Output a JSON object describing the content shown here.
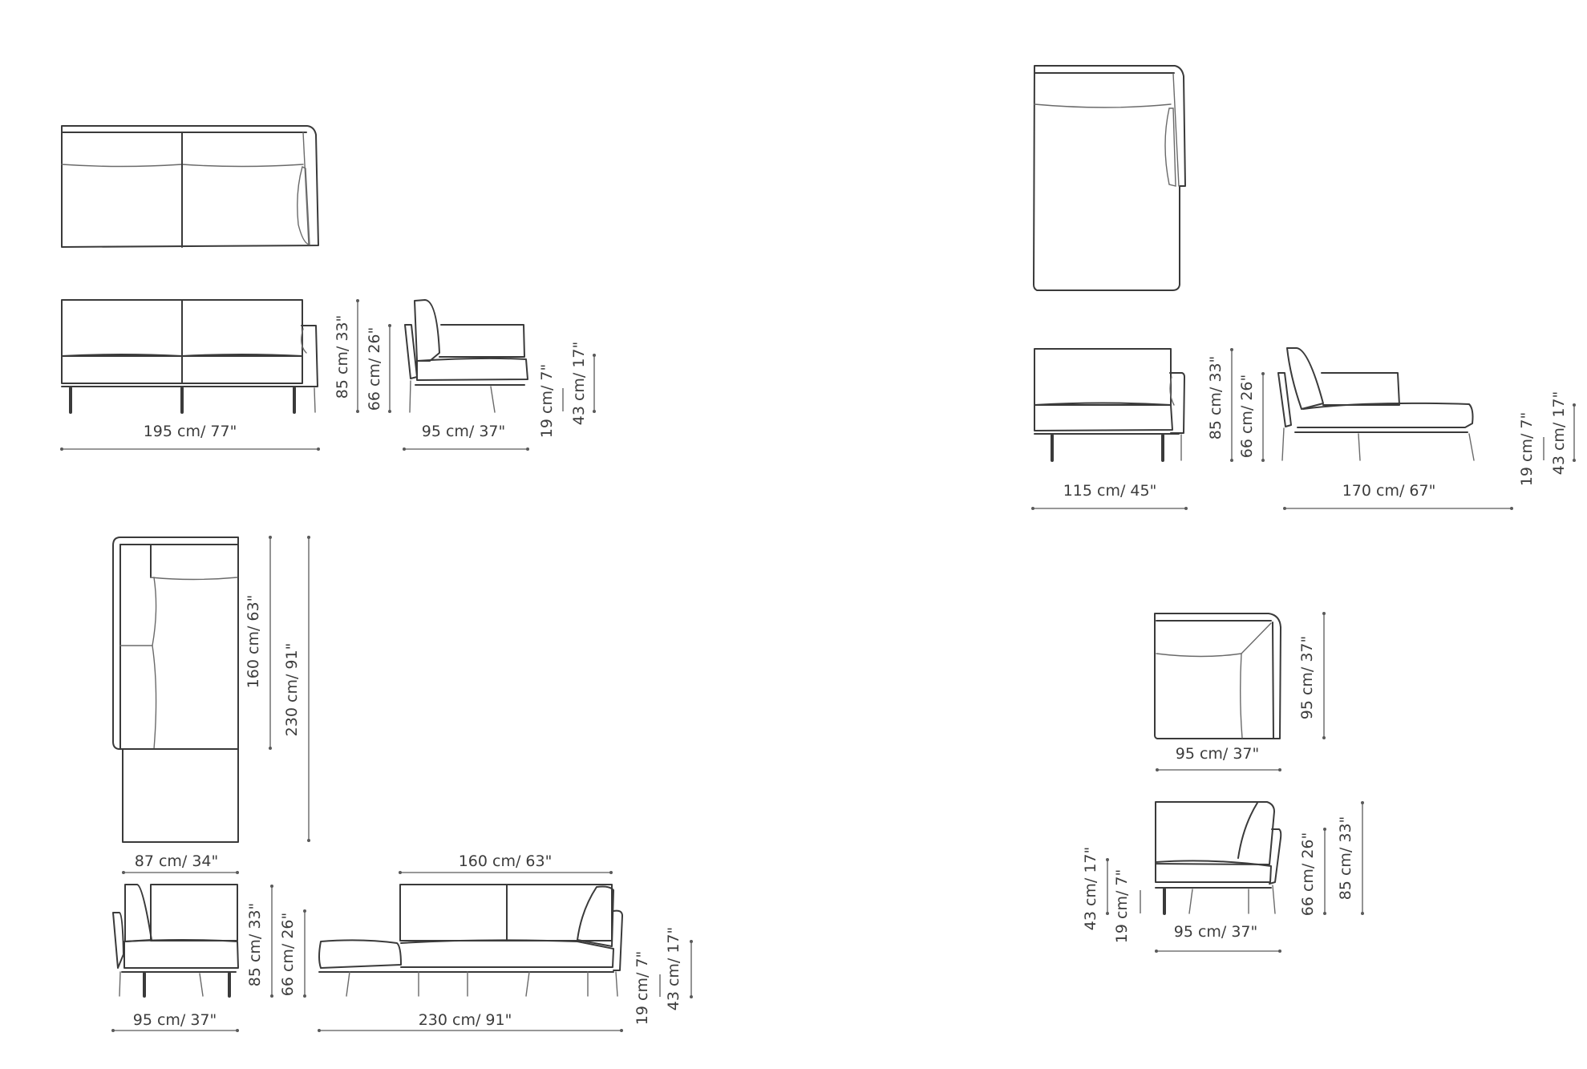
{
  "diagram": {
    "title": "",
    "background": "#ffffff",
    "line_color": "#3a3a3a",
    "modules": [
      {
        "id": "sofa-2-seat-arm-right",
        "views": [
          "top",
          "front",
          "side"
        ],
        "labels": {
          "width": "195 cm/ 77\"",
          "height_total": "85 cm/ 33\"",
          "height_arm": "66 cm/ 26\"",
          "depth": "95 cm/ 37\"",
          "leg_height": "19 cm/ 7\"",
          "seat_height": "43 cm/ 17\""
        }
      },
      {
        "id": "chaise-longue-arm-right",
        "views": [
          "top",
          "front",
          "side"
        ],
        "labels": {
          "width": "115 cm/ 45\"",
          "height_total": "85 cm/ 33\"",
          "height_arm": "66 cm/ 26\"",
          "depth": "170 cm/ 67\"",
          "leg_height": "19 cm/ 7\"",
          "seat_height": "43 cm/ 17\""
        }
      },
      {
        "id": "sofa-with-open-end-chaise",
        "views": [
          "top",
          "side",
          "front"
        ],
        "labels": {
          "top_back_length": "160 cm/ 63\"",
          "top_total_length": "230 cm/ 91\"",
          "top_width": "87 cm/ 34\"",
          "side_depth": "95 cm/ 37\"",
          "side_height_total": "85 cm/ 33\"",
          "side_height_arm": "66 cm/ 26\"",
          "front_back_width": "160 cm/ 63\"",
          "front_total_width": "230 cm/ 91\"",
          "leg_height": "19 cm/ 7\"",
          "seat_height": "43 cm/ 17\""
        }
      },
      {
        "id": "corner-module",
        "views": [
          "top",
          "front"
        ],
        "labels": {
          "top_width": "95 cm/ 37\"",
          "top_depth": "95 cm/ 37\"",
          "front_width": "95 cm/ 37\"",
          "seat_height": "43 cm/ 17\"",
          "leg_height": "19 cm/ 7\"",
          "height_arm": "66 cm/ 26\"",
          "height_total": "85 cm/ 33\""
        }
      }
    ]
  }
}
